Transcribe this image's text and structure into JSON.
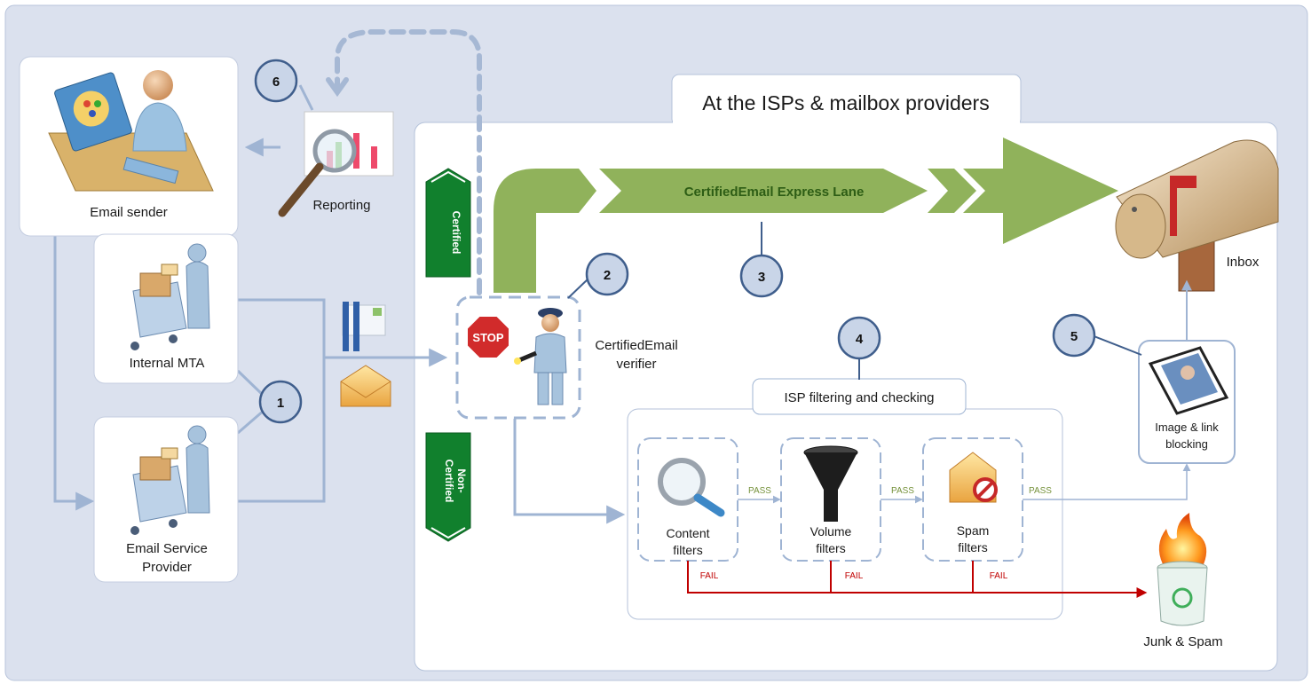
{
  "region_title": "At the ISPs & mailbox providers",
  "actors": {
    "email_sender": "Email sender",
    "internal_mta": "Internal MTA",
    "esp": [
      "Email Service",
      "Provider"
    ],
    "reporting": "Reporting",
    "verifier": [
      "CertifiedEmail",
      "verifier"
    ],
    "inbox": "Inbox",
    "junk": "Junk & Spam",
    "image_blocking": [
      "Image & link",
      "blocking"
    ]
  },
  "express_lane": "CertifiedEmail Express Lane",
  "badges": {
    "certified": "Certified",
    "non_certified": [
      "Non-",
      "Certified"
    ]
  },
  "stop_sign": "STOP",
  "filtering_box": "ISP filtering and checking",
  "filters": [
    {
      "label": [
        "Content",
        "filters"
      ],
      "icon": "magnifier-icon"
    },
    {
      "label": [
        "Volume",
        "filters"
      ],
      "icon": "funnel-icon"
    },
    {
      "label": [
        "Spam",
        "filters"
      ],
      "icon": "spam-envelope-icon"
    }
  ],
  "flow_labels": {
    "pass": "PASS",
    "fail": "FAIL"
  },
  "steps": [
    "1",
    "2",
    "3",
    "4",
    "5",
    "6"
  ],
  "colors": {
    "background": "#dbe1ee",
    "connector": "#9fb4d3",
    "step_circle_fill": "#c9d5e8",
    "step_circle_stroke": "#3f5e8c",
    "express_lane": "#90b25b",
    "express_text": "#2d5d15",
    "fail_line": "#c00000",
    "pass_text": "#76923c",
    "badge_green": "#11802d"
  }
}
